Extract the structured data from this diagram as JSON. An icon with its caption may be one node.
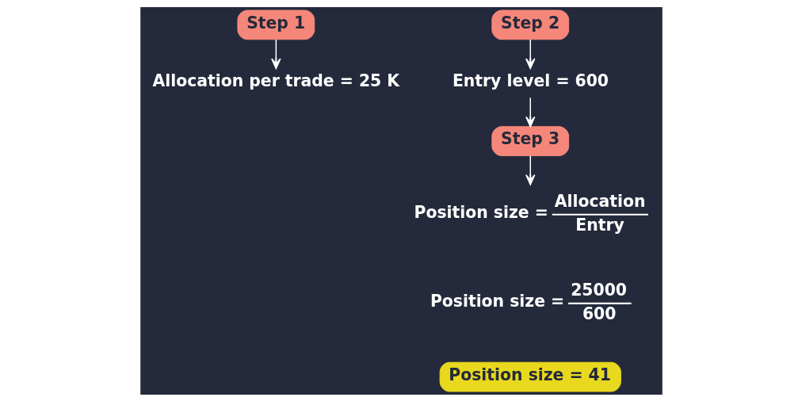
{
  "diagram": {
    "nodes": [
      {
        "text": [
          "Step 1"
        ]
      },
      {
        "text": [
          "Allocation per trade = 25 K"
        ]
      },
      {
        "text": [
          "Step 2"
        ]
      },
      {
        "text": [
          "Entry level = 600"
        ]
      },
      {
        "text": [
          "Step 3"
        ]
      },
      {
        "text": [
          "Position size =",
          "Allocation",
          "Entry"
        ]
      },
      {
        "text": [
          "Position size = 41"
        ]
      }
    ],
    "edges": [
      {
        "from": 0,
        "to": 1,
        "arrow": "to"
      },
      {
        "from": 2,
        "to": 3,
        "arrow": "to"
      },
      {
        "from": 3,
        "to": 4,
        "arrow": "to"
      },
      {
        "from": 4,
        "to": 5,
        "arrow": "to"
      }
    ],
    "labels": [
      "Position size =",
      "25000",
      "600"
    ]
  }
}
